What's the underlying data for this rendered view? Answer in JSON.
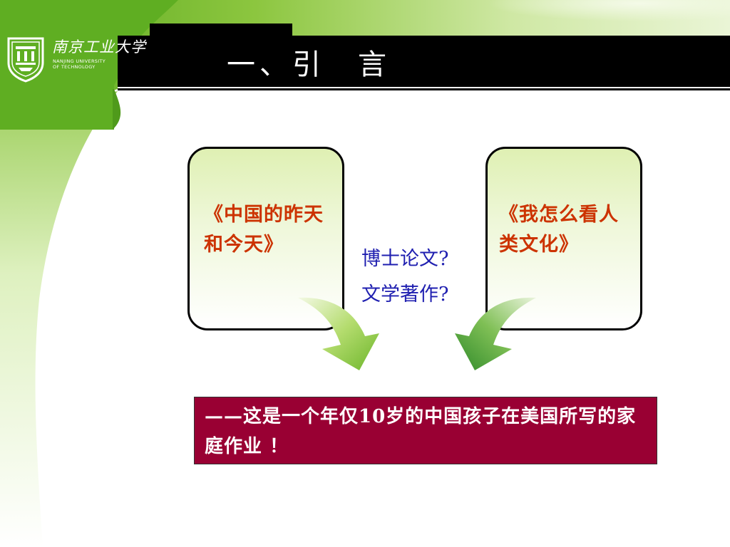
{
  "slide": {
    "title": "一、引　言"
  },
  "logo": {
    "name_cn": "南京工业大学",
    "name_en_line1": "NANJING UNIVERSITY",
    "name_en_line2": "OF TECHNOLOGY"
  },
  "books": {
    "left": "《中国的昨天和今天》",
    "right": "《我怎么看人类文化》"
  },
  "questions": {
    "q1": "博士论文?",
    "q2": "文学著作?"
  },
  "statement": {
    "text": "——这是一个年仅10岁的中国孩子在美国所写的家庭作业 ！"
  },
  "colors": {
    "accent_green": "#7ec232",
    "book_text": "#cc3300",
    "question_text": "#1f1fb0",
    "statement_bg": "#990033"
  }
}
